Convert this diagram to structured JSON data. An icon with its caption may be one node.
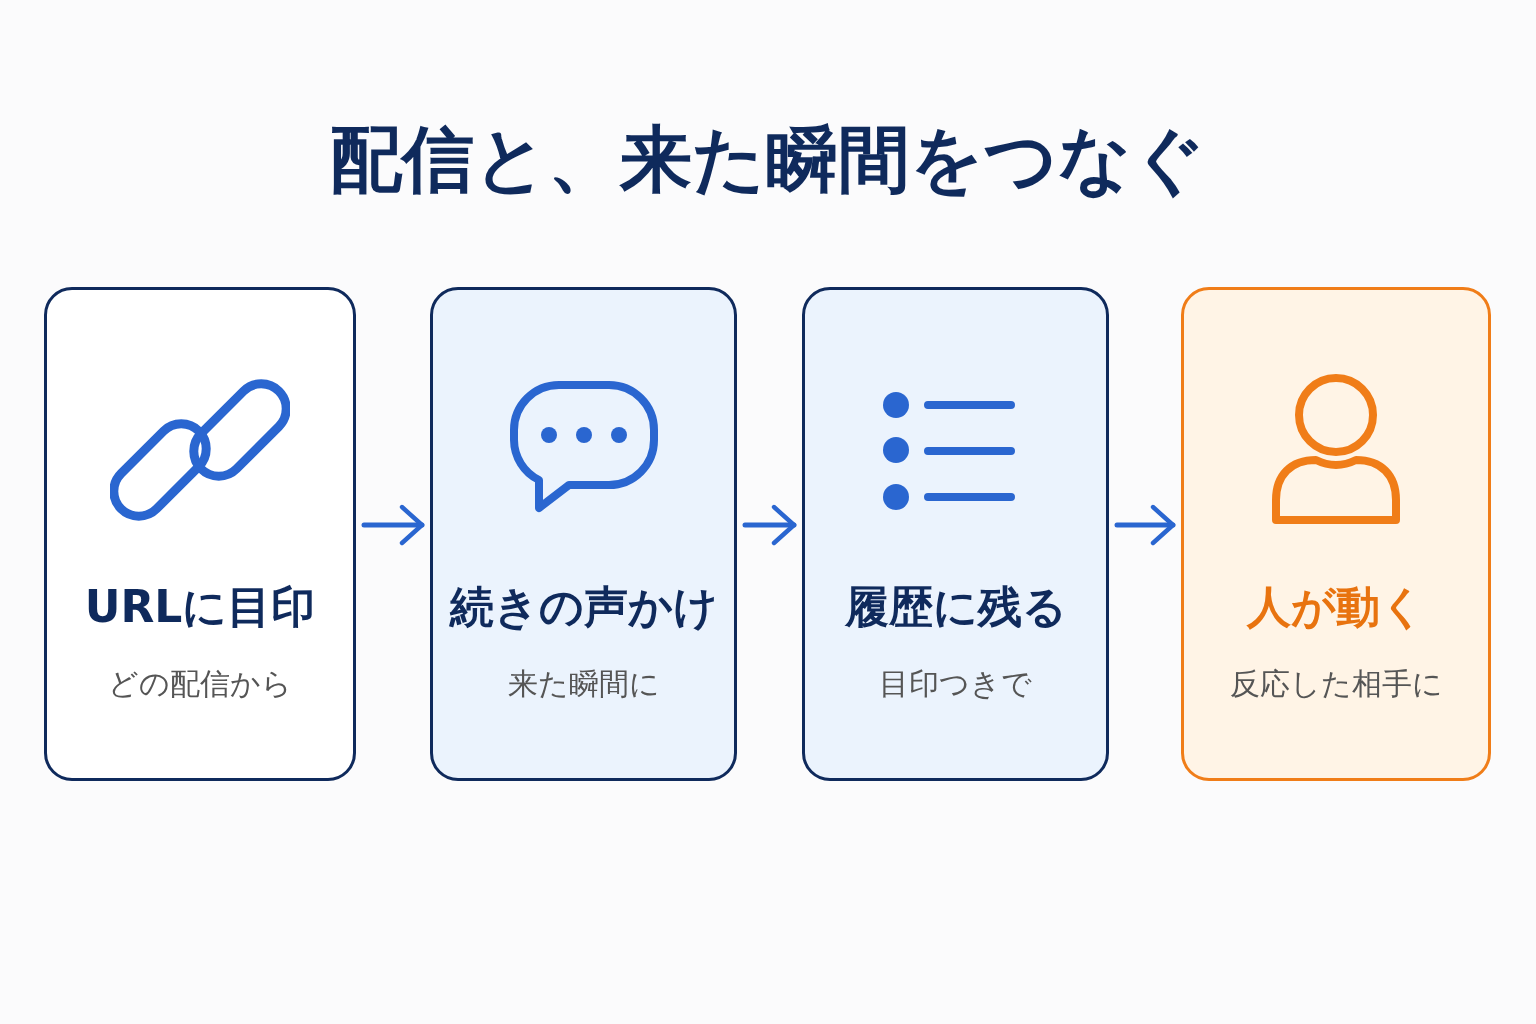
{
  "diagram": {
    "title": "配信と、来た瞬間をつなぐ",
    "nodes": [
      {
        "text": [
          "URLに目印",
          "どの配信から"
        ]
      },
      {
        "text": [
          "続きの声かけ",
          "来た瞬間に"
        ]
      },
      {
        "text": [
          "履歴に残る",
          "目印つきで"
        ]
      },
      {
        "text": [
          "人が動く",
          "反応した相手に"
        ]
      }
    ],
    "edges": [
      {
        "from": 0,
        "to": 1,
        "arrow": "to"
      },
      {
        "from": 1,
        "to": 2,
        "arrow": "to"
      },
      {
        "from": 2,
        "to": 3,
        "arrow": "to"
      }
    ]
  }
}
